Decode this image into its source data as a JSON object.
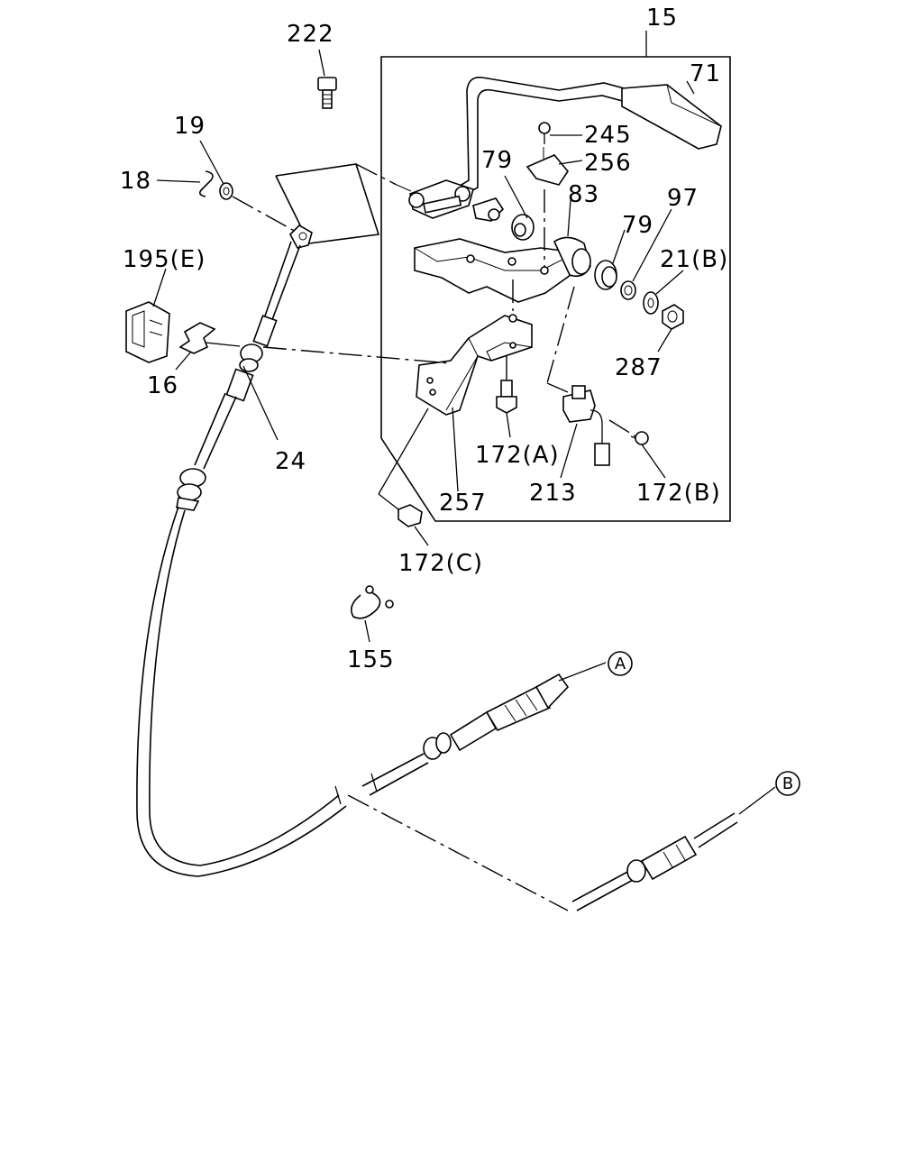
{
  "labels": {
    "p222": "222",
    "p15": "15",
    "p71": "71",
    "p19": "19",
    "p18": "18",
    "p245": "245",
    "p79a": "79",
    "p256": "256",
    "p83": "83",
    "p97": "97",
    "p79b": "79",
    "p195e": "195(E)",
    "p21b": "21(B)",
    "p16": "16",
    "p287": "287",
    "p24": "24",
    "p172a": "172(A)",
    "p213": "213",
    "p172b": "172(B)",
    "p257": "257",
    "p172c": "172(C)",
    "p155": "155"
  },
  "refs": {
    "a": "A",
    "b": "B"
  }
}
